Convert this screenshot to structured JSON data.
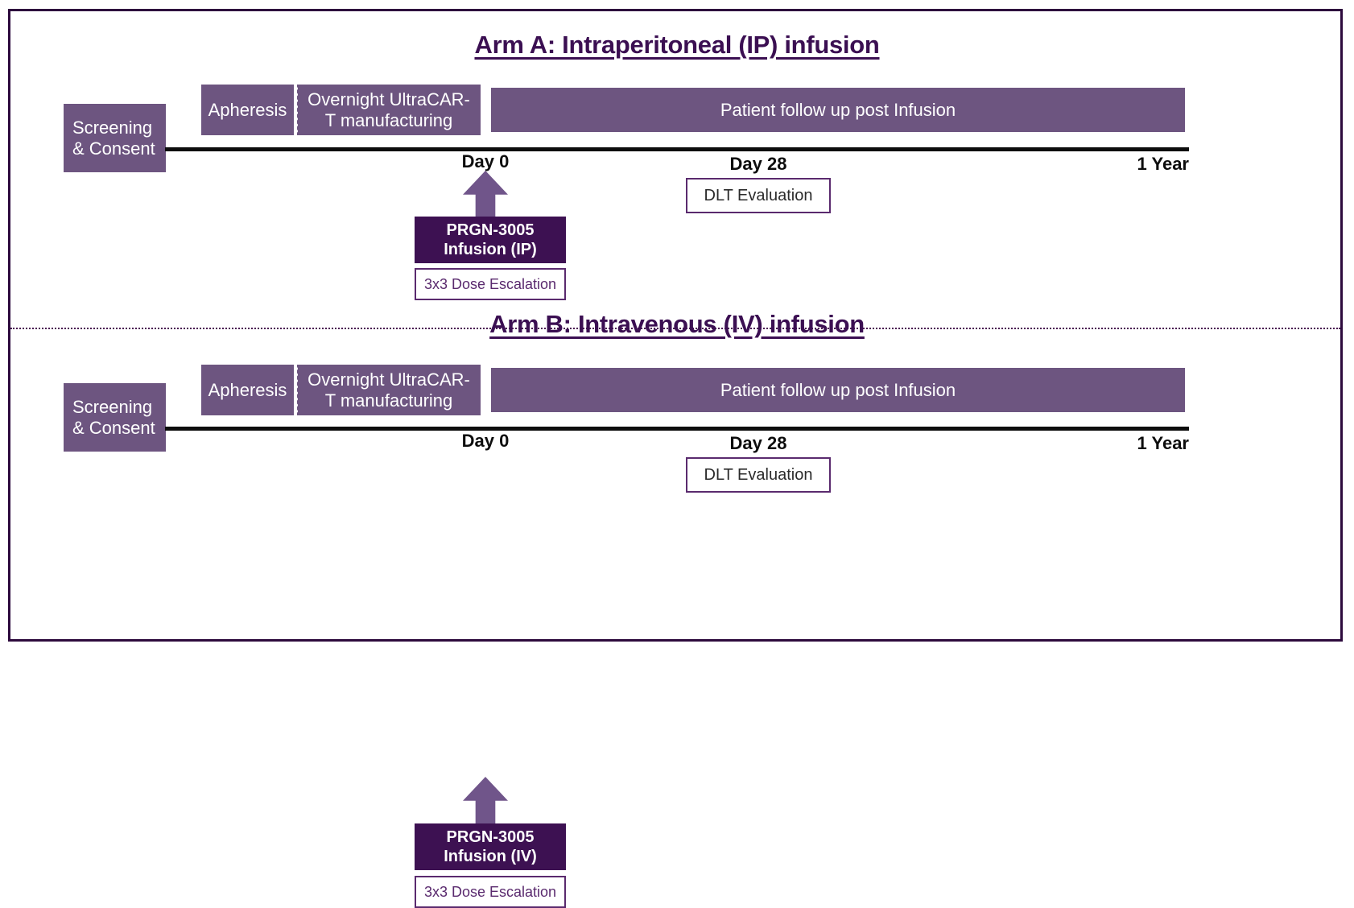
{
  "colors": {
    "frame_border": "#2D0A3D",
    "block_purple": "#6D5580",
    "infusion_purple": "#3D1152",
    "arrow_purple": "#70558A",
    "title_purple": "#3B0F52",
    "outline_purple": "#5A2A6E",
    "timeline_black": "#0D0D0D"
  },
  "arms": [
    {
      "id": "arm-a",
      "title": "Arm A: Intraperitoneal (IP) infusion",
      "screening_line1": "Screening",
      "screening_line2": "& Consent",
      "apheresis": "Apheresis",
      "manufacturing": "Overnight UltraCAR-T manufacturing",
      "followup": "Patient follow up post Infusion",
      "tick_day0": "Day 0",
      "tick_day28": "Day 28",
      "tick_year": "1 Year",
      "infusion_line1": "PRGN-3005",
      "infusion_line2": "Infusion (IP)",
      "escalation": "3x3 Dose Escalation",
      "dlt": "DLT Evaluation"
    },
    {
      "id": "arm-b",
      "title": "Arm B: Intravenous (IV) infusion",
      "screening_line1": "Screening",
      "screening_line2": "& Consent",
      "apheresis": "Apheresis",
      "manufacturing": "Overnight UltraCAR-T manufacturing",
      "followup": "Patient follow up post Infusion",
      "tick_day0": "Day 0",
      "tick_day28": "Day 28",
      "tick_year": "1 Year",
      "infusion_line1": "PRGN-3005",
      "infusion_line2": "Infusion (IV)",
      "escalation": "3x3 Dose Escalation",
      "dlt": "DLT Evaluation"
    }
  ]
}
